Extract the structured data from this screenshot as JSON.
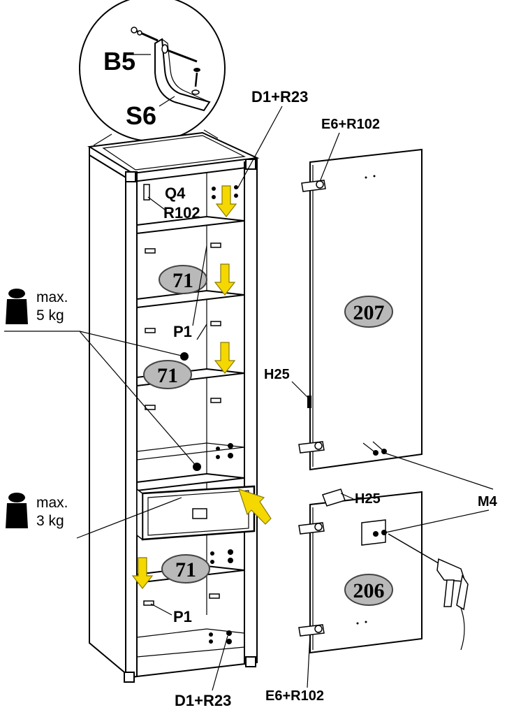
{
  "labels": {
    "b5": "B5",
    "s6": "S6",
    "d1_r23_top": "D1+R23",
    "e6_r102_top": "E6+R102",
    "q4": "Q4",
    "r102": "R102",
    "p1_top": "P1",
    "h25_top": "H25",
    "h25_bottom": "H25",
    "m4": "M4",
    "p1_bottom": "P1",
    "d1_r23_bottom": "D1+R23",
    "e6_r102_bottom": "E6+R102"
  },
  "parts": {
    "shelf_top": "71",
    "shelf_mid": "71",
    "shelf_low": "71",
    "door_upper": "207",
    "door_lower": "206"
  },
  "weights": {
    "upper": {
      "line1": "max.",
      "line2": "5 kg"
    },
    "lower": {
      "line1": "max.",
      "line2": "3 kg"
    }
  },
  "colors": {
    "arrow": "#f5d800",
    "part_badge": "#b9b9b9"
  }
}
